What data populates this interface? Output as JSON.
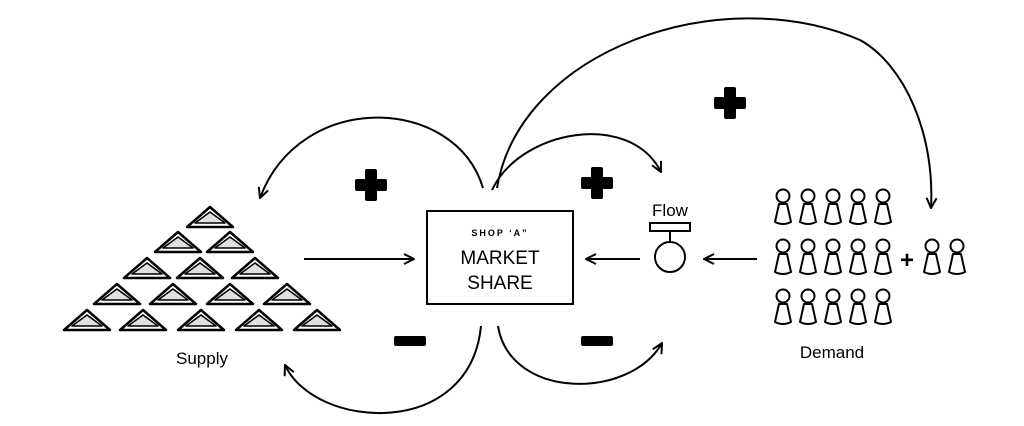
{
  "diagram": {
    "supply_label": "Supply",
    "demand_label": "Demand",
    "flow_label": "Flow",
    "shop_label": "SHOP ‘A”",
    "market_line1": "MARKET",
    "market_line2": "SHARE",
    "plus_sign": "+",
    "plus_icon": "plus-icon",
    "minus_icon": "minus-icon",
    "person_icon": "person-icon",
    "pile_icon": "pile-icon",
    "colors": {
      "ink": "#000000",
      "pile_fill": "#e0e0e0",
      "background": "#ffffff"
    }
  }
}
